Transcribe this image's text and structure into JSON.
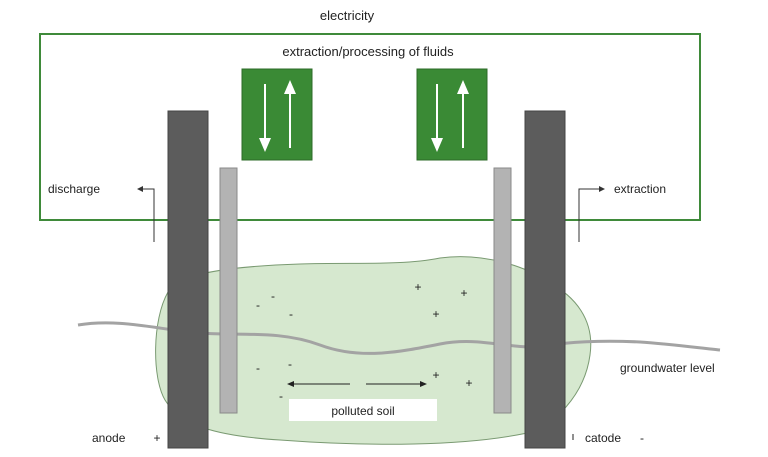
{
  "labels": {
    "electricity": "electricity",
    "process_box": "extraction/processing of fluids",
    "discharge": "discharge",
    "extraction": "extraction",
    "groundwater": "groundwater level",
    "polluted_soil": "polluted soil",
    "anode": "anode",
    "anode_sign": "+",
    "catode": "catode",
    "catode_sign": "-"
  },
  "charges": {
    "negative": [
      "-",
      "-",
      "-",
      "-",
      "-",
      "-"
    ],
    "positive": [
      "+",
      "+",
      "+",
      "+",
      "+"
    ]
  },
  "colors": {
    "frame_green": "#3f8a3a",
    "exchanger_green": "#3a8a35",
    "soil_fill": "#d6e8cf",
    "soil_stroke": "#7a9a72",
    "electrode_dark": "#5c5c5c",
    "electrode_light": "#b3b3b3",
    "groundwater_line": "#a3a3a3"
  },
  "icons": {
    "flow_arrows": "bidirectional-flow-icon"
  }
}
